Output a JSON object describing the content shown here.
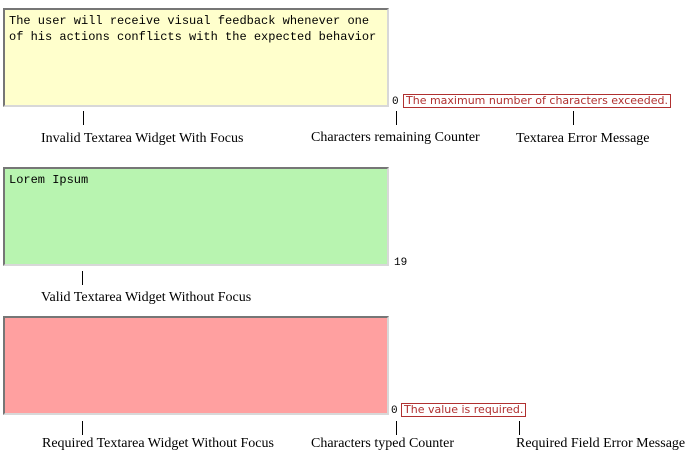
{
  "textareas": {
    "invalid": {
      "value": "The user will receive visual feedback whenever one of his actions conflicts with the expected behavior",
      "background": "#ffffcc"
    },
    "valid": {
      "value": "Lorem Ipsum",
      "background": "#b8f4b0"
    },
    "required": {
      "value": "",
      "background": "#ffa0a0"
    }
  },
  "counters": {
    "remaining": "0",
    "valid_typed": "19",
    "typed": "0"
  },
  "errors": {
    "max_chars": "The maximum number of characters exceeded.",
    "required": "The value is required."
  },
  "captions": {
    "invalid_widget": "Invalid Textarea Widget With Focus",
    "remaining_counter": "Characters remaining Counter",
    "textarea_error": "Textarea Error Message",
    "valid_widget": "Valid Textarea Widget Without Focus",
    "required_widget": "Required Textarea Widget Without Focus",
    "typed_counter": "Characters typed Counter",
    "required_error": "Required Field Error Message"
  },
  "colors": {
    "error_border": "#b03030",
    "invalid_bg": "#ffffcc",
    "valid_bg": "#b8f4b0",
    "required_bg": "#ffa0a0"
  }
}
